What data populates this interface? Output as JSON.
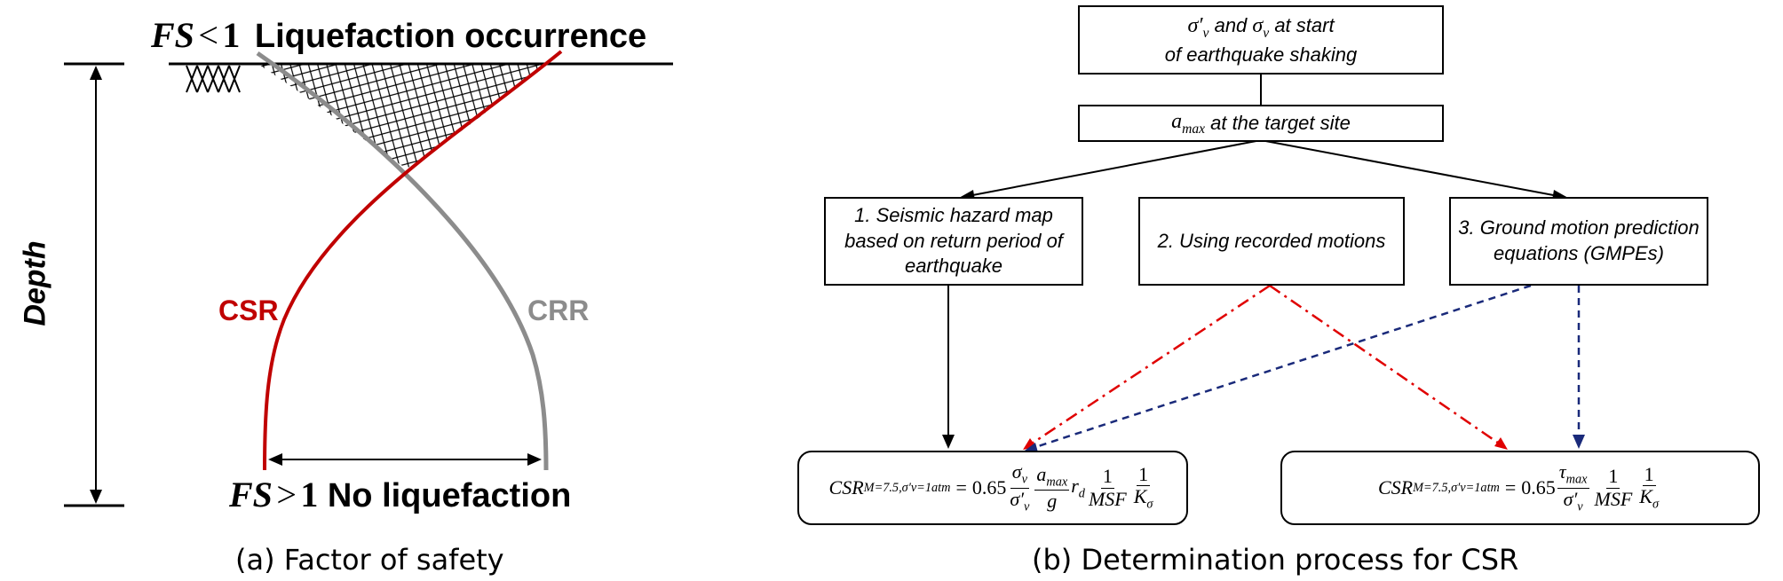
{
  "panel_a": {
    "top_label": {
      "fs": "FS",
      "op": "<",
      "num": "1",
      "text": "Liquefaction occurrence"
    },
    "bottom_label": {
      "fs": "FS",
      "op": ">",
      "num": "1",
      "text": "No liquefaction"
    },
    "axis_label": "Depth",
    "csr_label": "CSR",
    "crr_label": "CRR",
    "caption": "(a) Factor of safety",
    "colors": {
      "csr": "#c00000",
      "crr": "#8c8c8c"
    }
  },
  "panel_b": {
    "box_top": {
      "line1_suffix": "and",
      "line1_rest": "at start",
      "line2": "of earthquake shaking"
    },
    "box_amax": {
      "suffix": "at the target site"
    },
    "method1": {
      "line1": "1. Seismic hazard map",
      "line2": "based on return period of",
      "line3": "earthquake"
    },
    "method2": {
      "line1": "2. Using recorded motions"
    },
    "method3": {
      "line1": "3. Ground motion prediction",
      "line2": "equations (GMPEs)"
    },
    "formula_left": {
      "coef": "0.65",
      "sub": "M=7.5,σ′v=1atm"
    },
    "formula_right": {
      "coef": "0.65",
      "sub": "M=7.5,σ′v=1atm"
    },
    "caption": "(b) Determination process for CSR",
    "colors": {
      "red_dashdot": "#e00000",
      "navy_dash": "#1a2a7a"
    }
  }
}
